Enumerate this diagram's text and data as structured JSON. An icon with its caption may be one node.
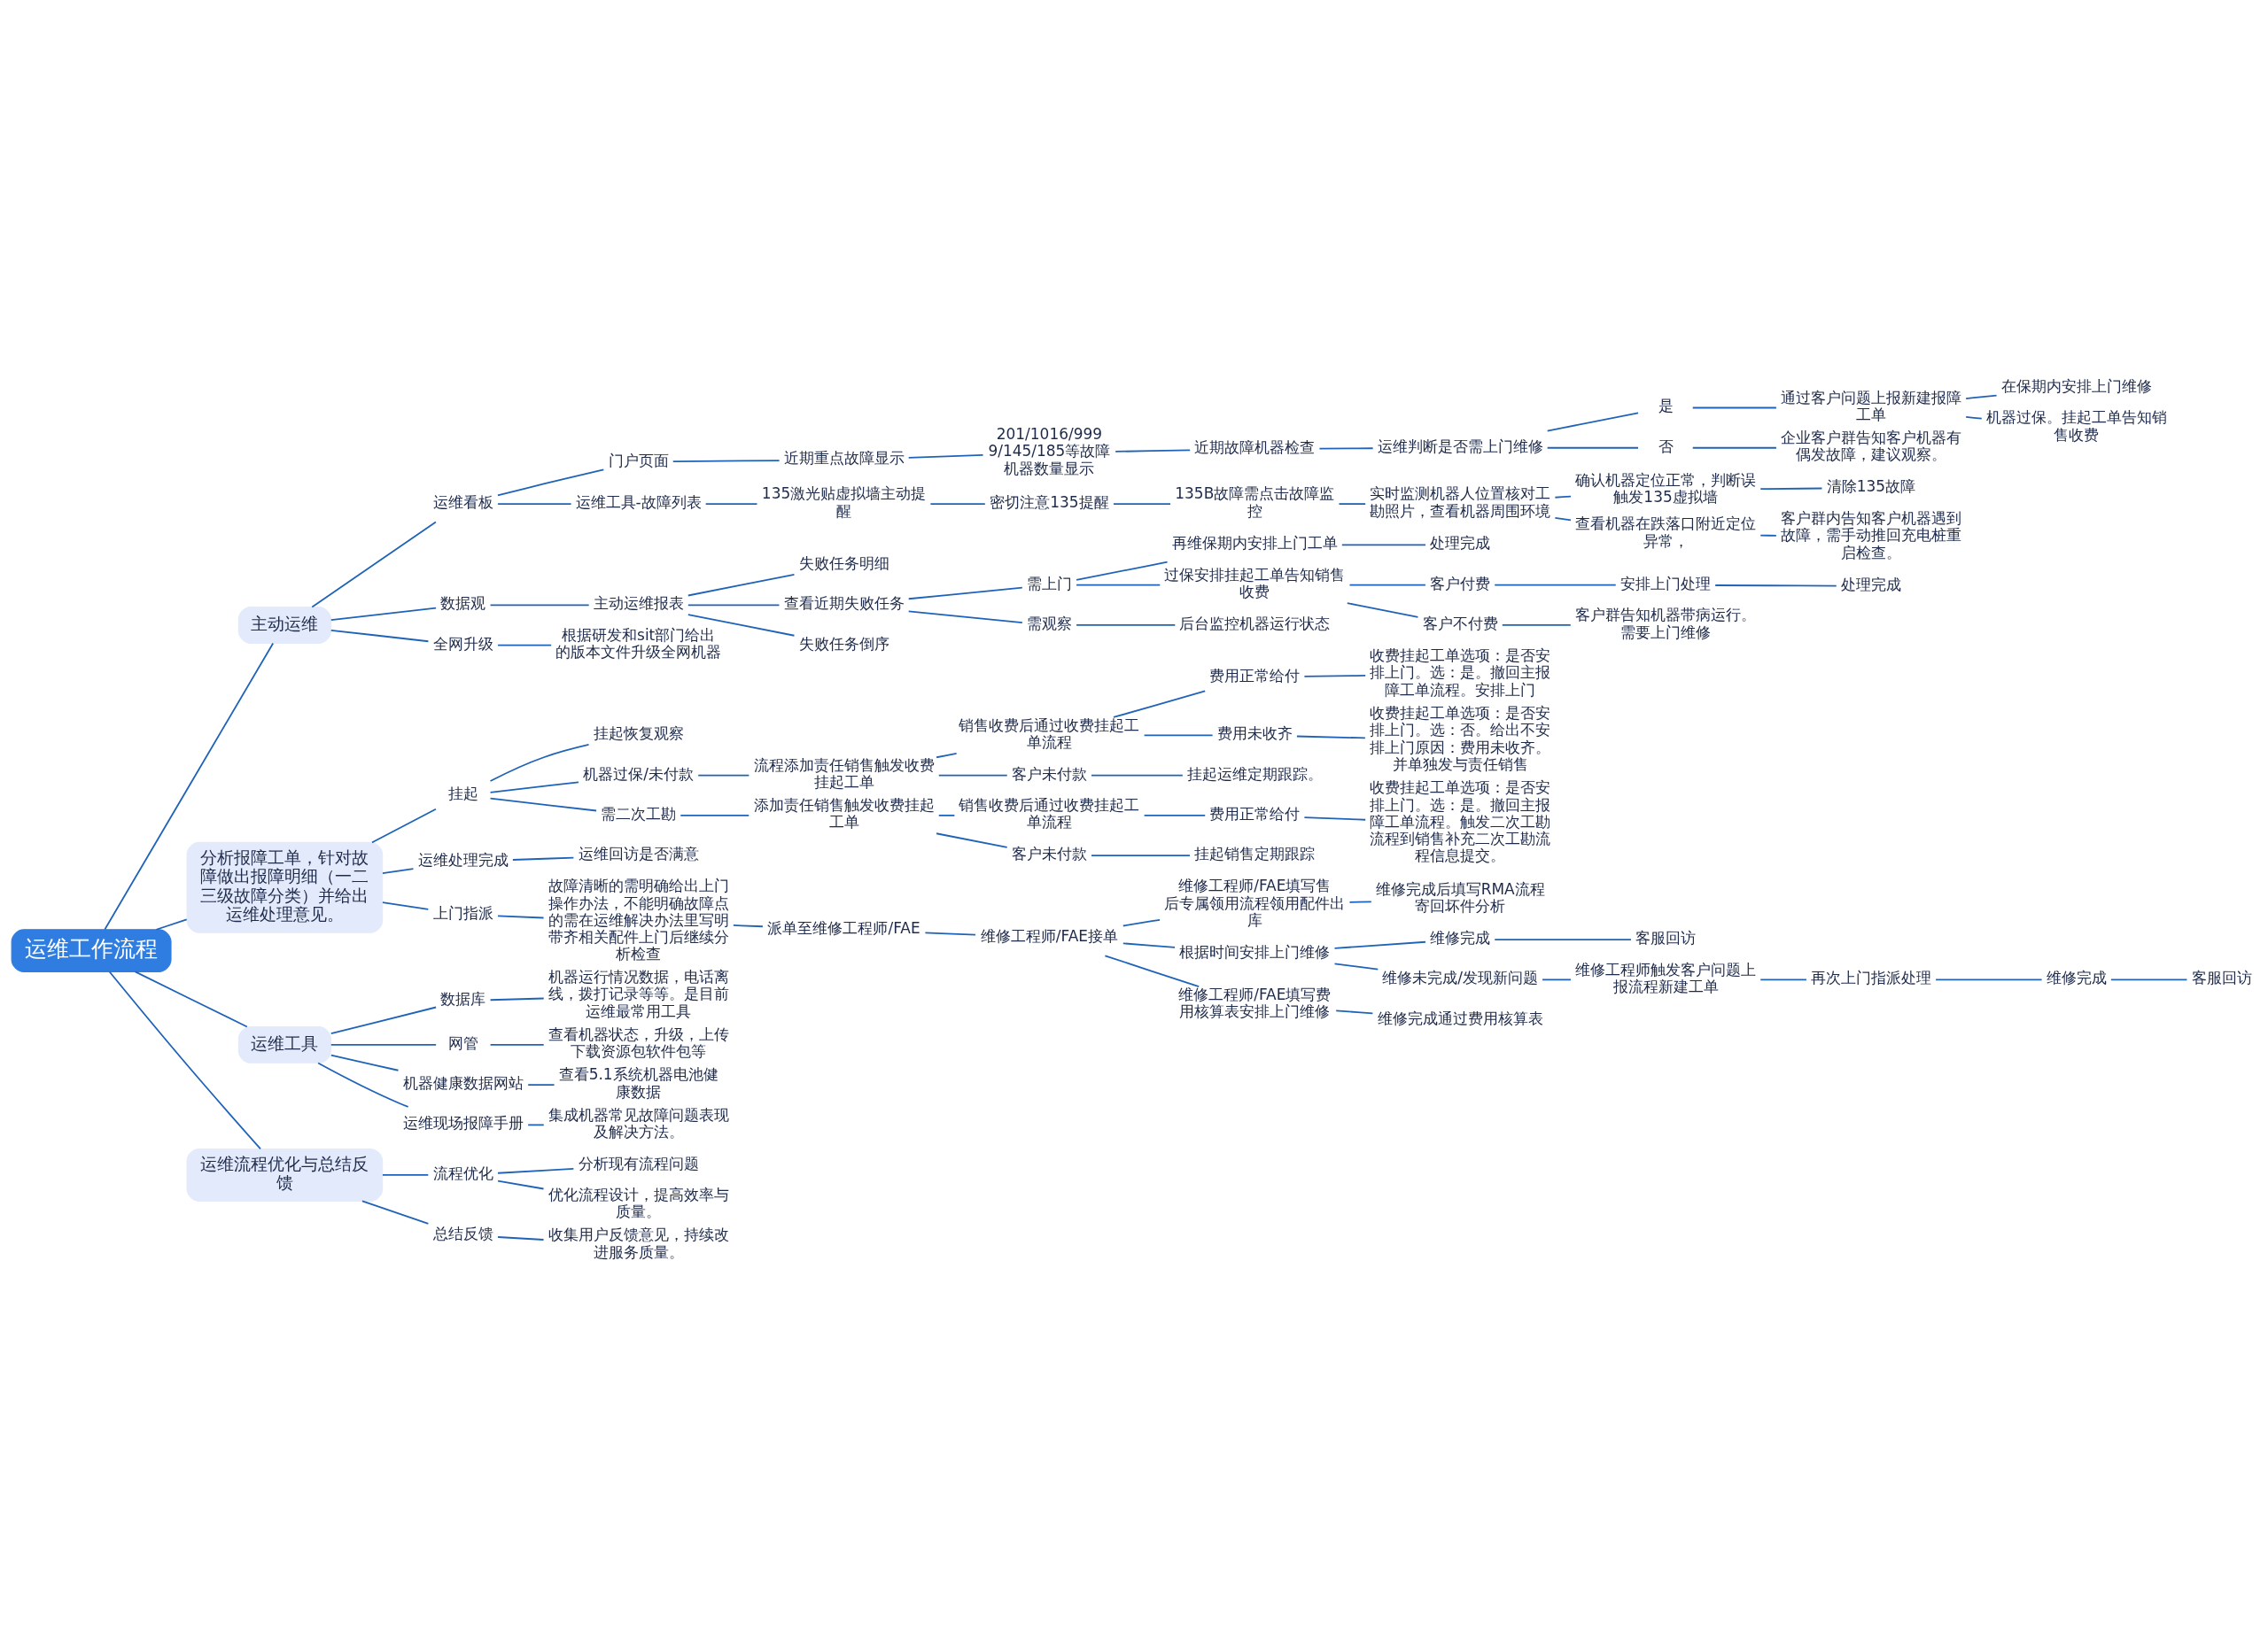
{
  "diagram": {
    "nodes": [
      {
        "text": [
          "运维工作流程"
        ]
      },
      {
        "text": [
          "主动运维"
        ]
      },
      {
        "text": [
          "运维看板"
        ]
      },
      {
        "text": [
          "门户页面"
        ]
      },
      {
        "text": [
          "近期重点故障显示"
        ]
      },
      {
        "text": [
          "201/1016/9999/145/185等故障机器数量显示"
        ]
      },
      {
        "text": [
          "近期故障机器检查"
        ]
      },
      {
        "text": [
          "运维判断是否需上门维修"
        ]
      },
      {
        "text": [
          "是"
        ]
      },
      {
        "text": [
          "通过客户问题上报新建报障工单"
        ]
      },
      {
        "text": [
          "在保期内安排上门维修"
        ]
      },
      {
        "text": [
          "机器过保。挂起工单告知销售收费"
        ]
      },
      {
        "text": [
          "否"
        ]
      },
      {
        "text": [
          "企业客户群告知客户机器有偶发故障，建议观察。"
        ]
      },
      {
        "text": [
          "运维工具-故障列表"
        ]
      },
      {
        "text": [
          "135激光贴虚拟墙主动提醒"
        ]
      },
      {
        "text": [
          "密切注意135提醒"
        ]
      },
      {
        "text": [
          "135B故障需点击故障监控"
        ]
      },
      {
        "text": [
          "实时监测机器人位置核对工勘照片，查看机器周围环境"
        ]
      },
      {
        "text": [
          "确认机器定位正常，判断误触发135虚拟墙"
        ]
      },
      {
        "text": [
          "清除135故障"
        ]
      },
      {
        "text": [
          "查看机器在跌落口附近定位异常，"
        ]
      },
      {
        "text": [
          "客户群内告知客户机器遇到故障，需手动推回充电桩重启检查。"
        ]
      },
      {
        "text": [
          "数据观"
        ]
      },
      {
        "text": [
          "主动运维报表"
        ]
      },
      {
        "text": [
          "失败任务明细"
        ]
      },
      {
        "text": [
          "查看近期失败任务"
        ]
      },
      {
        "text": [
          "需上门"
        ]
      },
      {
        "text": [
          "再维保期内安排上门工单"
        ]
      },
      {
        "text": [
          "处理完成"
        ]
      },
      {
        "text": [
          "过保安排挂起工单告知销售收费"
        ]
      },
      {
        "text": [
          "客户付费"
        ]
      },
      {
        "text": [
          "安排上门处理"
        ]
      },
      {
        "text": [
          "处理完成"
        ]
      },
      {
        "text": [
          "客户不付费"
        ]
      },
      {
        "text": [
          "客户群告知机器带病运行。需要上门维修"
        ]
      },
      {
        "text": [
          "需观察"
        ]
      },
      {
        "text": [
          "后台监控机器运行状态"
        ]
      },
      {
        "text": [
          "失败任务倒序"
        ]
      },
      {
        "text": [
          "全网升级"
        ]
      },
      {
        "text": [
          "根据研发和sit部门给出的版本文件升级全网机器"
        ]
      },
      {
        "text": [
          "分析报障工单，针对故障做出报障明细（一二三级故障分类）并给出运维处理意见。"
        ]
      },
      {
        "text": [
          "挂起"
        ]
      },
      {
        "text": [
          "挂起恢复观察"
        ]
      },
      {
        "text": [
          "机器过保/未付款"
        ]
      },
      {
        "text": [
          "流程添加责任销售触发收费挂起工单"
        ]
      },
      {
        "text": [
          "销售收费后通过收费挂起工单流程"
        ]
      },
      {
        "text": [
          "费用正常给付"
        ]
      },
      {
        "text": [
          "收费挂起工单选项：是否安排上门。选：是。撤回主报障工单流程。安排上门"
        ]
      },
      {
        "text": [
          "费用未收齐"
        ]
      },
      {
        "text": [
          "收费挂起工单选项：是否安排上门。选：否。给出不安排上门原因：费用未收齐。并单独发与责任销售"
        ]
      },
      {
        "text": [
          "客户未付款"
        ]
      },
      {
        "text": [
          "挂起运维定期跟踪。"
        ]
      },
      {
        "text": [
          "需二次工勘"
        ]
      },
      {
        "text": [
          "添加责任销售触发收费挂起工单"
        ]
      },
      {
        "text": [
          "销售收费后通过收费挂起工单流程"
        ]
      },
      {
        "text": [
          "费用正常给付"
        ]
      },
      {
        "text": [
          "收费挂起工单选项：是否安排上门。选：是。撤回主报障工单流程。触发二次工勘流程到销售补充二次工勘流程信息提交。"
        ]
      },
      {
        "text": [
          "客户未付款"
        ]
      },
      {
        "text": [
          "挂起销售定期跟踪"
        ]
      },
      {
        "text": [
          "运维处理完成"
        ]
      },
      {
        "text": [
          "运维回访是否满意"
        ]
      },
      {
        "text": [
          "上门指派"
        ]
      },
      {
        "text": [
          "故障清晰的需明确给出上门操作办法，不能明确故障点的需在运维解决办法里写明带齐相关配件上门后继续分析检查"
        ]
      },
      {
        "text": [
          "派单至维修工程师/FAE"
        ]
      },
      {
        "text": [
          "维修工程师/FAE接单"
        ]
      },
      {
        "text": [
          "维修工程师/FAE填写售后专属领用流程领用配件出库"
        ]
      },
      {
        "text": [
          "维修完成后填写RMA流程寄回坏件分析"
        ]
      },
      {
        "text": [
          "根据时间安排上门维修"
        ]
      },
      {
        "text": [
          "维修完成"
        ]
      },
      {
        "text": [
          "客服回访"
        ]
      },
      {
        "text": [
          "维修未完成/发现新问题"
        ]
      },
      {
        "text": [
          "维修工程师触发客户问题上报流程新建工单"
        ]
      },
      {
        "text": [
          "再次上门指派处理"
        ]
      },
      {
        "text": [
          "维修完成"
        ]
      },
      {
        "text": [
          "客服回访"
        ]
      },
      {
        "text": [
          "维修工程师/FAE填写费用核算表安排上门维修"
        ]
      },
      {
        "text": [
          "维修完成通过费用核算表"
        ]
      },
      {
        "text": [
          "运维工具"
        ]
      },
      {
        "text": [
          "数据库"
        ]
      },
      {
        "text": [
          "机器运行情况数据，电话离线，拨打记录等等。是目前运维最常用工具"
        ]
      },
      {
        "text": [
          "网管"
        ]
      },
      {
        "text": [
          "查看机器状态，升级，上传下载资源包软件包等"
        ]
      },
      {
        "text": [
          "机器健康数据网站"
        ]
      },
      {
        "text": [
          "查看5.1系统机器电池健康数据"
        ]
      },
      {
        "text": [
          "运维现场报障手册"
        ]
      },
      {
        "text": [
          "集成机器常见故障问题表现及解决方法。"
        ]
      },
      {
        "text": [
          "运维流程优化与总结反馈"
        ]
      },
      {
        "text": [
          "流程优化"
        ]
      },
      {
        "text": [
          "分析现有流程问题"
        ]
      },
      {
        "text": [
          "优化流程设计，提高效率与质量。"
        ]
      },
      {
        "text": [
          "总结反馈"
        ]
      },
      {
        "text": [
          "收集用户反馈意见，持续改进服务质量。"
        ]
      }
    ],
    "edges": [
      {
        "from": 0,
        "to": 1,
        "arrow": "none"
      },
      {
        "from": 1,
        "to": 2,
        "arrow": "none"
      },
      {
        "from": 2,
        "to": 3,
        "arrow": "none"
      },
      {
        "from": 3,
        "to": 4,
        "arrow": "none"
      },
      {
        "from": 4,
        "to": 5,
        "arrow": "none"
      },
      {
        "from": 5,
        "to": 6,
        "arrow": "none"
      },
      {
        "from": 6,
        "to": 7,
        "arrow": "none"
      },
      {
        "from": 7,
        "to": 8,
        "arrow": "none"
      },
      {
        "from": 8,
        "to": 9,
        "arrow": "none"
      },
      {
        "from": 9,
        "to": 10,
        "arrow": "none"
      },
      {
        "from": 9,
        "to": 11,
        "arrow": "none"
      },
      {
        "from": 7,
        "to": 12,
        "arrow": "none"
      },
      {
        "from": 12,
        "to": 13,
        "arrow": "none"
      },
      {
        "from": 2,
        "to": 14,
        "arrow": "none"
      },
      {
        "from": 14,
        "to": 15,
        "arrow": "none"
      },
      {
        "from": 15,
        "to": 16,
        "arrow": "none"
      },
      {
        "from": 16,
        "to": 17,
        "arrow": "none"
      },
      {
        "from": 17,
        "to": 18,
        "arrow": "none"
      },
      {
        "from": 18,
        "to": 19,
        "arrow": "none"
      },
      {
        "from": 19,
        "to": 20,
        "arrow": "none"
      },
      {
        "from": 18,
        "to": 21,
        "arrow": "none"
      },
      {
        "from": 21,
        "to": 22,
        "arrow": "none"
      },
      {
        "from": 1,
        "to": 23,
        "arrow": "none"
      },
      {
        "from": 23,
        "to": 24,
        "arrow": "none"
      },
      {
        "from": 24,
        "to": 25,
        "arrow": "none"
      },
      {
        "from": 24,
        "to": 26,
        "arrow": "none"
      },
      {
        "from": 26,
        "to": 27,
        "arrow": "none"
      },
      {
        "from": 27,
        "to": 28,
        "arrow": "none"
      },
      {
        "from": 28,
        "to": 29,
        "arrow": "none"
      },
      {
        "from": 27,
        "to": 30,
        "arrow": "none"
      },
      {
        "from": 30,
        "to": 31,
        "arrow": "none"
      },
      {
        "from": 31,
        "to": 32,
        "arrow": "none"
      },
      {
        "from": 32,
        "to": 33,
        "arrow": "none"
      },
      {
        "from": 30,
        "to": 34,
        "arrow": "none"
      },
      {
        "from": 34,
        "to": 35,
        "arrow": "none"
      },
      {
        "from": 26,
        "to": 36,
        "arrow": "none"
      },
      {
        "from": 36,
        "to": 37,
        "arrow": "none"
      },
      {
        "from": 24,
        "to": 38,
        "arrow": "none"
      },
      {
        "from": 1,
        "to": 39,
        "arrow": "none"
      },
      {
        "from": 39,
        "to": 40,
        "arrow": "none"
      },
      {
        "from": 0,
        "to": 41,
        "arrow": "none"
      },
      {
        "from": 41,
        "to": 42,
        "arrow": "none"
      },
      {
        "from": 42,
        "to": 43,
        "arrow": "none"
      },
      {
        "from": 42,
        "to": 44,
        "arrow": "none"
      },
      {
        "from": 44,
        "to": 45,
        "arrow": "none"
      },
      {
        "from": 45,
        "to": 46,
        "arrow": "none"
      },
      {
        "from": 46,
        "to": 47,
        "arrow": "none"
      },
      {
        "from": 47,
        "to": 48,
        "arrow": "none"
      },
      {
        "from": 46,
        "to": 49,
        "arrow": "none"
      },
      {
        "from": 49,
        "to": 50,
        "arrow": "none"
      },
      {
        "from": 45,
        "to": 51,
        "arrow": "none"
      },
      {
        "from": 51,
        "to": 52,
        "arrow": "none"
      },
      {
        "from": 42,
        "to": 53,
        "arrow": "none"
      },
      {
        "from": 53,
        "to": 54,
        "arrow": "none"
      },
      {
        "from": 54,
        "to": 55,
        "arrow": "none"
      },
      {
        "from": 55,
        "to": 56,
        "arrow": "none"
      },
      {
        "from": 56,
        "to": 57,
        "arrow": "none"
      },
      {
        "from": 54,
        "to": 58,
        "arrow": "none"
      },
      {
        "from": 58,
        "to": 59,
        "arrow": "none"
      },
      {
        "from": 41,
        "to": 60,
        "arrow": "none"
      },
      {
        "from": 60,
        "to": 61,
        "arrow": "none"
      },
      {
        "from": 41,
        "to": 62,
        "arrow": "none"
      },
      {
        "from": 62,
        "to": 63,
        "arrow": "none"
      },
      {
        "from": 63,
        "to": 64,
        "arrow": "none"
      },
      {
        "from": 64,
        "to": 65,
        "arrow": "none"
      },
      {
        "from": 65,
        "to": 66,
        "arrow": "none"
      },
      {
        "from": 66,
        "to": 67,
        "arrow": "none"
      },
      {
        "from": 65,
        "to": 68,
        "arrow": "none"
      },
      {
        "from": 68,
        "to": 69,
        "arrow": "none"
      },
      {
        "from": 69,
        "to": 70,
        "arrow": "none"
      },
      {
        "from": 68,
        "to": 71,
        "arrow": "none"
      },
      {
        "from": 71,
        "to": 72,
        "arrow": "none"
      },
      {
        "from": 72,
        "to": 73,
        "arrow": "none"
      },
      {
        "from": 73,
        "to": 74,
        "arrow": "none"
      },
      {
        "from": 74,
        "to": 75,
        "arrow": "none"
      },
      {
        "from": 65,
        "to": 76,
        "arrow": "none"
      },
      {
        "from": 76,
        "to": 77,
        "arrow": "none"
      },
      {
        "from": 0,
        "to": 78,
        "arrow": "none"
      },
      {
        "from": 78,
        "to": 79,
        "arrow": "none"
      },
      {
        "from": 79,
        "to": 80,
        "arrow": "none"
      },
      {
        "from": 78,
        "to": 81,
        "arrow": "none"
      },
      {
        "from": 81,
        "to": 82,
        "arrow": "none"
      },
      {
        "from": 78,
        "to": 83,
        "arrow": "none"
      },
      {
        "from": 83,
        "to": 84,
        "arrow": "none"
      },
      {
        "from": 78,
        "to": 85,
        "arrow": "none"
      },
      {
        "from": 85,
        "to": 86,
        "arrow": "none"
      },
      {
        "from": 0,
        "to": 87,
        "arrow": "none"
      },
      {
        "from": 87,
        "to": 88,
        "arrow": "none"
      },
      {
        "from": 88,
        "to": 89,
        "arrow": "none"
      },
      {
        "from": 88,
        "to": 90,
        "arrow": "none"
      },
      {
        "from": 87,
        "to": 91,
        "arrow": "none"
      },
      {
        "from": 91,
        "to": 92,
        "arrow": "none"
      }
    ]
  }
}
